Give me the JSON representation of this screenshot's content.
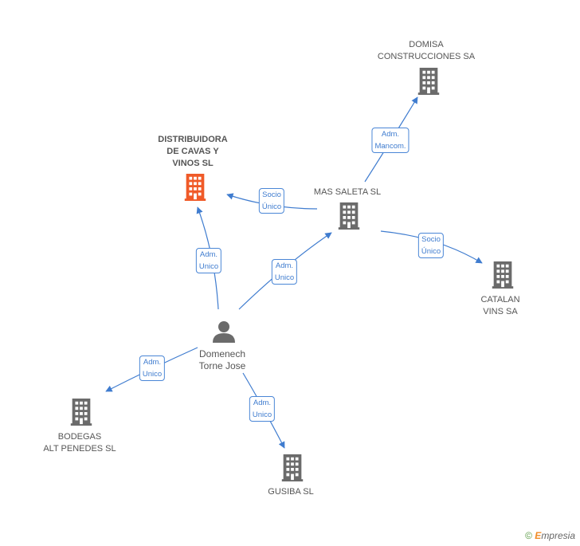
{
  "nodes": {
    "domisa": {
      "label": "DOMISA\nCONSTRUCCIONES SA"
    },
    "distribuidora": {
      "label": "DISTRIBUIDORA\nDE CAVAS Y\nVINOS SL"
    },
    "mas_saleta": {
      "label": "MAS SALETA SL"
    },
    "catalan": {
      "label": "CATALAN\nVINS SA"
    },
    "domenech": {
      "label": "Domenech\nTorne Jose"
    },
    "bodegas": {
      "label": "BODEGAS\nALT PENEDES SL"
    },
    "gusiba": {
      "label": "GUSIBA SL"
    }
  },
  "edges": {
    "adm_mancom": "Adm.\nMancom.",
    "socio_unico_dist": "Socio\nÚnico",
    "socio_unico_catalan": "Socio\nÚnico",
    "adm_unico_dist": "Adm.\nUnico",
    "adm_unico_mas": "Adm.\nUnico",
    "adm_unico_bodegas": "Adm.\nUnico",
    "adm_unico_gusiba": "Adm.\nUnico"
  },
  "colors": {
    "edge": "#3f7ccf",
    "building": "#6b6b6b",
    "highlight_building": "#f05a28",
    "person": "#6b6b6b"
  },
  "footer": {
    "copyright_symbol": "©",
    "brand_e": "E",
    "brand_rest": "mpresia"
  }
}
